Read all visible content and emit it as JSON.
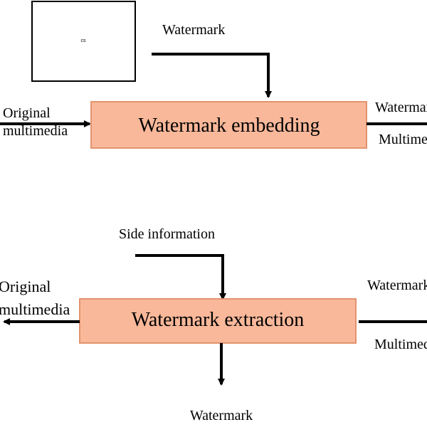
{
  "colors": {
    "box_fill": "#f9b89a",
    "box_stroke": "#e3936e",
    "line": "#000000"
  },
  "thumbnail": {
    "text": "cs"
  },
  "embedding": {
    "box_label": "Watermark embedding",
    "input_top": "Watermark",
    "input_left_line1": "Original",
    "input_left_line2": "multimedia",
    "output_right_line1": "Watermarked",
    "output_right_line2": "Multimedia"
  },
  "extraction": {
    "box_label": "Watermark extraction",
    "input_top": "Side information",
    "output_left_line1": "Original",
    "output_left_line2": "multimedia",
    "input_right_line1": "Watermarked",
    "input_right_line2": "Multimedia",
    "output_bottom": "Watermark"
  }
}
